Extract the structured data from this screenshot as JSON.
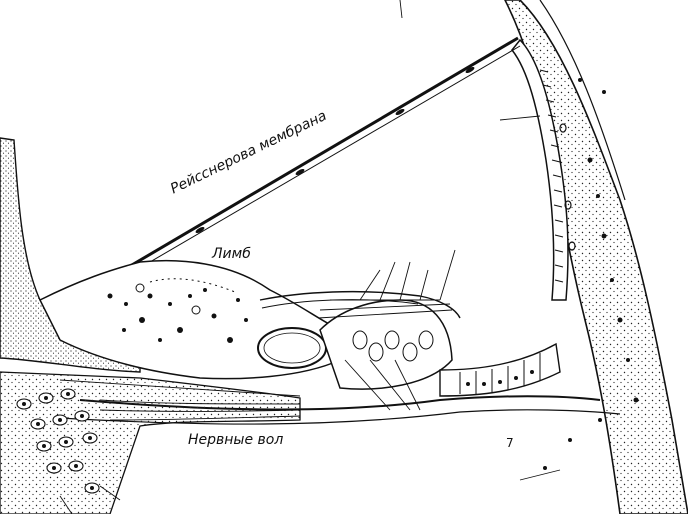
{
  "labels": {
    "reissner": "Рейсснерова мембрана",
    "limb": "Лимб",
    "nerve_fibers": "Нервные вол",
    "marker_7": "7"
  },
  "colors": {
    "ink": "#111111",
    "paper": "#ffffff"
  }
}
